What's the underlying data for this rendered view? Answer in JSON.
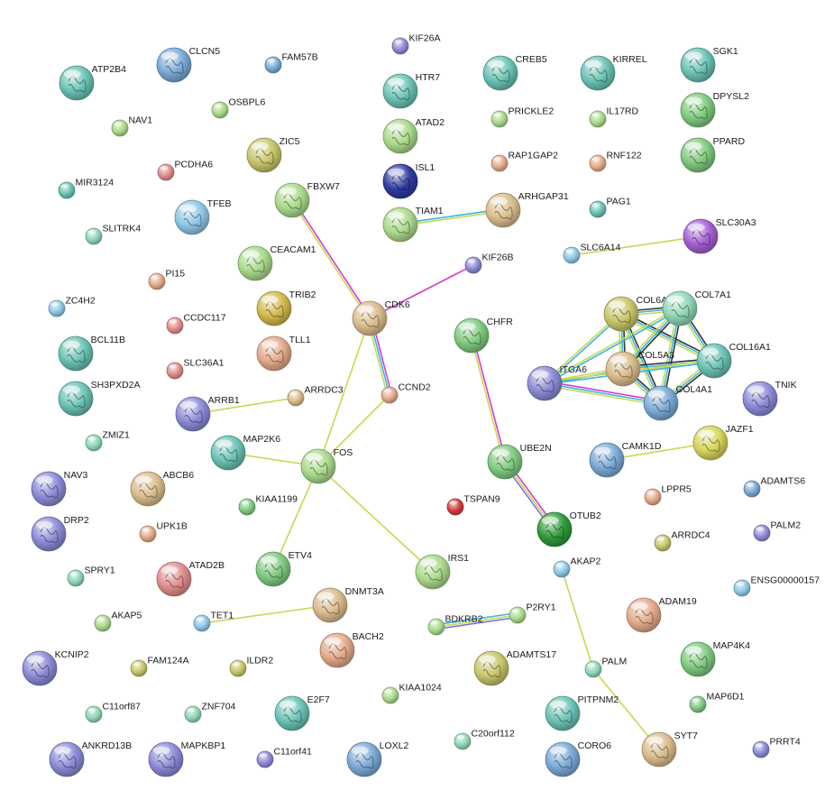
{
  "palette": {
    "green": "#7fc97f",
    "teal": "#6ac2b4",
    "blue": "#7aa9d6",
    "sky": "#8fc7e6",
    "purple": "#8c8ad6",
    "violet": "#a45fd2",
    "olive": "#c7c56a",
    "pink": "#e08c8c",
    "salmon": "#e3a98a",
    "tan": "#d9bc8c",
    "yellow": "#d6d45a",
    "navy": "#2f3aa0",
    "dkgreen": "#2f9a3a",
    "red": "#d63b3b",
    "lgreen": "#a9d98a",
    "mint": "#8fd6b5",
    "gold": "#d2b84a"
  },
  "edge_colors": {
    "textmining": "#c8d850",
    "experiments": "#d53ad0",
    "database": "#38b5e0",
    "coexpression": "#333333",
    "homology": "#7a6fe0"
  },
  "nodes": [
    {
      "id": "ATP2B4",
      "color": "teal",
      "size": "large",
      "structure": true
    },
    {
      "id": "CLCN5",
      "color": "blue",
      "size": "large",
      "structure": true
    },
    {
      "id": "FAM57B",
      "color": "blue",
      "size": "small"
    },
    {
      "id": "KIF26A",
      "color": "purple",
      "size": "small"
    },
    {
      "id": "HTR7",
      "color": "teal",
      "size": "large",
      "structure": true
    },
    {
      "id": "CREB5",
      "color": "teal",
      "size": "large",
      "structure": true
    },
    {
      "id": "KIRREL",
      "color": "teal",
      "size": "large",
      "structure": true
    },
    {
      "id": "SGK1",
      "color": "teal",
      "size": "large",
      "structure": true
    },
    {
      "id": "NAV1",
      "color": "lgreen",
      "size": "small"
    },
    {
      "id": "OSBPL6",
      "color": "lgreen",
      "size": "small"
    },
    {
      "id": "ATAD2",
      "color": "lgreen",
      "size": "large",
      "structure": true
    },
    {
      "id": "PRICKLE2",
      "color": "lgreen",
      "size": "small"
    },
    {
      "id": "IL17RD",
      "color": "lgreen",
      "size": "small"
    },
    {
      "id": "DPYSL2",
      "color": "green",
      "size": "large",
      "structure": true
    },
    {
      "id": "ZIC5",
      "color": "olive",
      "size": "large",
      "structure": true
    },
    {
      "id": "PCDHA6",
      "color": "pink",
      "size": "small"
    },
    {
      "id": "ISL1",
      "color": "navy",
      "size": "large",
      "structure": true
    },
    {
      "id": "RAP1GAP2",
      "color": "salmon",
      "size": "small"
    },
    {
      "id": "RNF122",
      "color": "salmon",
      "size": "small"
    },
    {
      "id": "PPARD",
      "color": "green",
      "size": "large",
      "structure": true
    },
    {
      "id": "MIR3124",
      "color": "teal",
      "size": "small"
    },
    {
      "id": "FBXW7",
      "color": "lgreen",
      "size": "large",
      "structure": true
    },
    {
      "id": "TFEB",
      "color": "sky",
      "size": "large",
      "structure": true
    },
    {
      "id": "TIAM1",
      "color": "lgreen",
      "size": "large",
      "structure": true
    },
    {
      "id": "ARHGAP31",
      "color": "tan",
      "size": "large",
      "structure": true
    },
    {
      "id": "PAG1",
      "color": "teal",
      "size": "small"
    },
    {
      "id": "SLITRK4",
      "color": "mint",
      "size": "small"
    },
    {
      "id": "SLC30A3",
      "color": "violet",
      "size": "large",
      "structure": true
    },
    {
      "id": "SLC6A14",
      "color": "sky",
      "size": "small"
    },
    {
      "id": "CEACAM1",
      "color": "lgreen",
      "size": "large",
      "structure": true
    },
    {
      "id": "KIF26B",
      "color": "purple",
      "size": "small"
    },
    {
      "id": "PI15",
      "color": "salmon",
      "size": "small"
    },
    {
      "id": "ZC4H2",
      "color": "sky",
      "size": "small"
    },
    {
      "id": "TRIB2",
      "color": "gold",
      "size": "large",
      "structure": true
    },
    {
      "id": "CDK6",
      "color": "tan",
      "size": "large",
      "structure": true
    },
    {
      "id": "CHFR",
      "color": "green",
      "size": "large",
      "structure": true
    },
    {
      "id": "COL6A3",
      "color": "olive",
      "size": "large",
      "structure": true
    },
    {
      "id": "COL7A1",
      "color": "mint",
      "size": "large",
      "structure": true
    },
    {
      "id": "BCL11B",
      "color": "teal",
      "size": "large",
      "structure": true
    },
    {
      "id": "CCDC117",
      "color": "pink",
      "size": "small"
    },
    {
      "id": "TLL1",
      "color": "salmon",
      "size": "large",
      "structure": true
    },
    {
      "id": "COL5A3",
      "color": "tan",
      "size": "large",
      "structure": true
    },
    {
      "id": "COL16A1",
      "color": "teal",
      "size": "large",
      "structure": true
    },
    {
      "id": "SLC36A1",
      "color": "pink",
      "size": "small"
    },
    {
      "id": "ITGA6",
      "color": "purple",
      "size": "large",
      "structure": true
    },
    {
      "id": "SH3PXD2A",
      "color": "teal",
      "size": "large",
      "structure": true
    },
    {
      "id": "ARRDC3",
      "color": "tan",
      "size": "small"
    },
    {
      "id": "CCND2",
      "color": "salmon",
      "size": "small"
    },
    {
      "id": "COL4A1",
      "color": "blue",
      "size": "large",
      "structure": true
    },
    {
      "id": "TNIK",
      "color": "purple",
      "size": "large",
      "structure": true
    },
    {
      "id": "ARRB1",
      "color": "purple",
      "size": "large",
      "structure": true
    },
    {
      "id": "JAZF1",
      "color": "yellow",
      "size": "large",
      "structure": true
    },
    {
      "id": "ZMIZ1",
      "color": "mint",
      "size": "small"
    },
    {
      "id": "MAP2K6",
      "color": "teal",
      "size": "large",
      "structure": true
    },
    {
      "id": "FOS",
      "color": "lgreen",
      "size": "large",
      "structure": true
    },
    {
      "id": "UBE2N",
      "color": "green",
      "size": "large",
      "structure": true
    },
    {
      "id": "CAMK1D",
      "color": "blue",
      "size": "large",
      "structure": true
    },
    {
      "id": "NAV3",
      "color": "purple",
      "size": "large",
      "structure": true
    },
    {
      "id": "ADAMTS6",
      "color": "blue",
      "size": "small"
    },
    {
      "id": "ABCB6",
      "color": "tan",
      "size": "large",
      "structure": true
    },
    {
      "id": "KIAA1199",
      "color": "green",
      "size": "small"
    },
    {
      "id": "TSPAN9",
      "color": "red",
      "size": "small"
    },
    {
      "id": "LPPR5",
      "color": "salmon",
      "size": "small"
    },
    {
      "id": "DRP2",
      "color": "purple",
      "size": "large",
      "structure": true
    },
    {
      "id": "OTUB2",
      "color": "dkgreen",
      "size": "large",
      "structure": true
    },
    {
      "id": "UPK1B",
      "color": "salmon",
      "size": "small"
    },
    {
      "id": "PALM2",
      "color": "purple",
      "size": "small"
    },
    {
      "id": "ARRDC4",
      "color": "olive",
      "size": "small"
    },
    {
      "id": "ETV4",
      "color": "green",
      "size": "large",
      "structure": true
    },
    {
      "id": "SPRY1",
      "color": "mint",
      "size": "small"
    },
    {
      "id": "ATAD2B",
      "color": "pink",
      "size": "large",
      "structure": true
    },
    {
      "id": "IRS1",
      "color": "lgreen",
      "size": "large",
      "structure": true
    },
    {
      "id": "AKAP2",
      "color": "sky",
      "size": "small"
    },
    {
      "id": "ENSG00000157",
      "color": "sky",
      "size": "small"
    },
    {
      "id": "DNMT3A",
      "color": "tan",
      "size": "large",
      "structure": true
    },
    {
      "id": "P2RY1",
      "color": "lgreen",
      "size": "small"
    },
    {
      "id": "AKAP5",
      "color": "lgreen",
      "size": "small"
    },
    {
      "id": "TET1",
      "color": "sky",
      "size": "small"
    },
    {
      "id": "BDKRB2",
      "color": "lgreen",
      "size": "small"
    },
    {
      "id": "ADAM19",
      "color": "salmon",
      "size": "large",
      "structure": true
    },
    {
      "id": "BACH2",
      "color": "salmon",
      "size": "large",
      "structure": true
    },
    {
      "id": "ADAMTS17",
      "color": "olive",
      "size": "large",
      "structure": true
    },
    {
      "id": "KCNIP2",
      "color": "purple",
      "size": "large",
      "structure": true
    },
    {
      "id": "FAM124A",
      "color": "olive",
      "size": "small"
    },
    {
      "id": "ILDR2",
      "color": "olive",
      "size": "small"
    },
    {
      "id": "PALM",
      "color": "mint",
      "size": "small"
    },
    {
      "id": "MAP4K4",
      "color": "green",
      "size": "large",
      "structure": true
    },
    {
      "id": "E2F7",
      "color": "teal",
      "size": "large",
      "structure": true
    },
    {
      "id": "KIAA1024",
      "color": "lgreen",
      "size": "small"
    },
    {
      "id": "PITPNM2",
      "color": "teal",
      "size": "large",
      "structure": true
    },
    {
      "id": "MAP6D1",
      "color": "green",
      "size": "small"
    },
    {
      "id": "C11orf87",
      "color": "mint",
      "size": "small"
    },
    {
      "id": "ZNF704",
      "color": "mint",
      "size": "small"
    },
    {
      "id": "SYT7",
      "color": "tan",
      "size": "large",
      "structure": true
    },
    {
      "id": "C20orf112",
      "color": "mint",
      "size": "small"
    },
    {
      "id": "ANKRD13B",
      "color": "purple",
      "size": "large",
      "structure": true
    },
    {
      "id": "MAPKBP1",
      "color": "purple",
      "size": "large",
      "structure": true
    },
    {
      "id": "C11orf41",
      "color": "purple",
      "size": "small"
    },
    {
      "id": "LOXL2",
      "color": "blue",
      "size": "large",
      "structure": true
    },
    {
      "id": "CORO6",
      "color": "blue",
      "size": "large",
      "structure": true
    },
    {
      "id": "PRRT4",
      "color": "purple",
      "size": "small"
    }
  ],
  "edges": [
    {
      "source": "FBXW7",
      "target": "CDK6",
      "types": [
        "experiments",
        "textmining"
      ]
    },
    {
      "source": "KIF26B",
      "target": "CDK6",
      "types": [
        "experiments"
      ]
    },
    {
      "source": "CDK6",
      "target": "CCND2",
      "types": [
        "experiments",
        "database",
        "textmining"
      ]
    },
    {
      "source": "CDK6",
      "target": "FOS",
      "types": [
        "textmining"
      ]
    },
    {
      "source": "CCND2",
      "target": "FOS",
      "types": [
        "textmining"
      ]
    },
    {
      "source": "ARRB1",
      "target": "ARRDC3",
      "types": [
        "textmining"
      ]
    },
    {
      "source": "MAP2K6",
      "target": "FOS",
      "types": [
        "textmining"
      ]
    },
    {
      "source": "FOS",
      "target": "ETV4",
      "types": [
        "textmining"
      ]
    },
    {
      "source": "FOS",
      "target": "IRS1",
      "types": [
        "textmining"
      ]
    },
    {
      "source": "TIAM1",
      "target": "ARHGAP31",
      "types": [
        "database",
        "textmining"
      ]
    },
    {
      "source": "SLC6A14",
      "target": "SLC30A3",
      "types": [
        "textmining"
      ]
    },
    {
      "source": "CHFR",
      "target": "UBE2N",
      "types": [
        "experiments",
        "textmining"
      ]
    },
    {
      "source": "UBE2N",
      "target": "OTUB2",
      "types": [
        "experiments",
        "textmining",
        "homology"
      ]
    },
    {
      "source": "CAMK1D",
      "target": "JAZF1",
      "types": [
        "textmining"
      ]
    },
    {
      "source": "TET1",
      "target": "DNMT3A",
      "types": [
        "textmining"
      ]
    },
    {
      "source": "BDKRB2",
      "target": "P2RY1",
      "types": [
        "database",
        "textmining",
        "homology"
      ]
    },
    {
      "source": "AKAP2",
      "target": "PALM",
      "types": [
        "textmining"
      ]
    },
    {
      "source": "PALM",
      "target": "SYT7",
      "types": [
        "textmining"
      ]
    },
    {
      "source": "COL6A3",
      "target": "COL7A1",
      "types": [
        "coexpression",
        "database",
        "textmining"
      ]
    },
    {
      "source": "COL6A3",
      "target": "COL5A3",
      "types": [
        "coexpression",
        "database",
        "textmining"
      ]
    },
    {
      "source": "COL6A3",
      "target": "COL16A1",
      "types": [
        "coexpression",
        "database",
        "textmining"
      ]
    },
    {
      "source": "COL6A3",
      "target": "ITGA6",
      "types": [
        "database",
        "textmining"
      ]
    },
    {
      "source": "COL6A3",
      "target": "COL4A1",
      "types": [
        "coexpression",
        "database",
        "textmining"
      ]
    },
    {
      "source": "COL7A1",
      "target": "COL5A3",
      "types": [
        "coexpression",
        "database",
        "textmining"
      ]
    },
    {
      "source": "COL7A1",
      "target": "COL16A1",
      "types": [
        "coexpression",
        "database",
        "textmining"
      ]
    },
    {
      "source": "COL7A1",
      "target": "ITGA6",
      "types": [
        "database",
        "textmining"
      ]
    },
    {
      "source": "COL7A1",
      "target": "COL4A1",
      "types": [
        "coexpression",
        "database",
        "textmining"
      ]
    },
    {
      "source": "COL5A3",
      "target": "COL16A1",
      "types": [
        "coexpression",
        "database",
        "textmining"
      ]
    },
    {
      "source": "COL5A3",
      "target": "ITGA6",
      "types": [
        "database",
        "textmining"
      ]
    },
    {
      "source": "COL5A3",
      "target": "COL4A1",
      "types": [
        "coexpression",
        "database",
        "textmining"
      ]
    },
    {
      "source": "COL16A1",
      "target": "ITGA6",
      "types": [
        "database",
        "textmining"
      ]
    },
    {
      "source": "COL16A1",
      "target": "COL4A1",
      "types": [
        "coexpression",
        "database",
        "textmining"
      ]
    },
    {
      "source": "ITGA6",
      "target": "COL4A1",
      "types": [
        "experiments",
        "database",
        "textmining"
      ]
    }
  ]
}
